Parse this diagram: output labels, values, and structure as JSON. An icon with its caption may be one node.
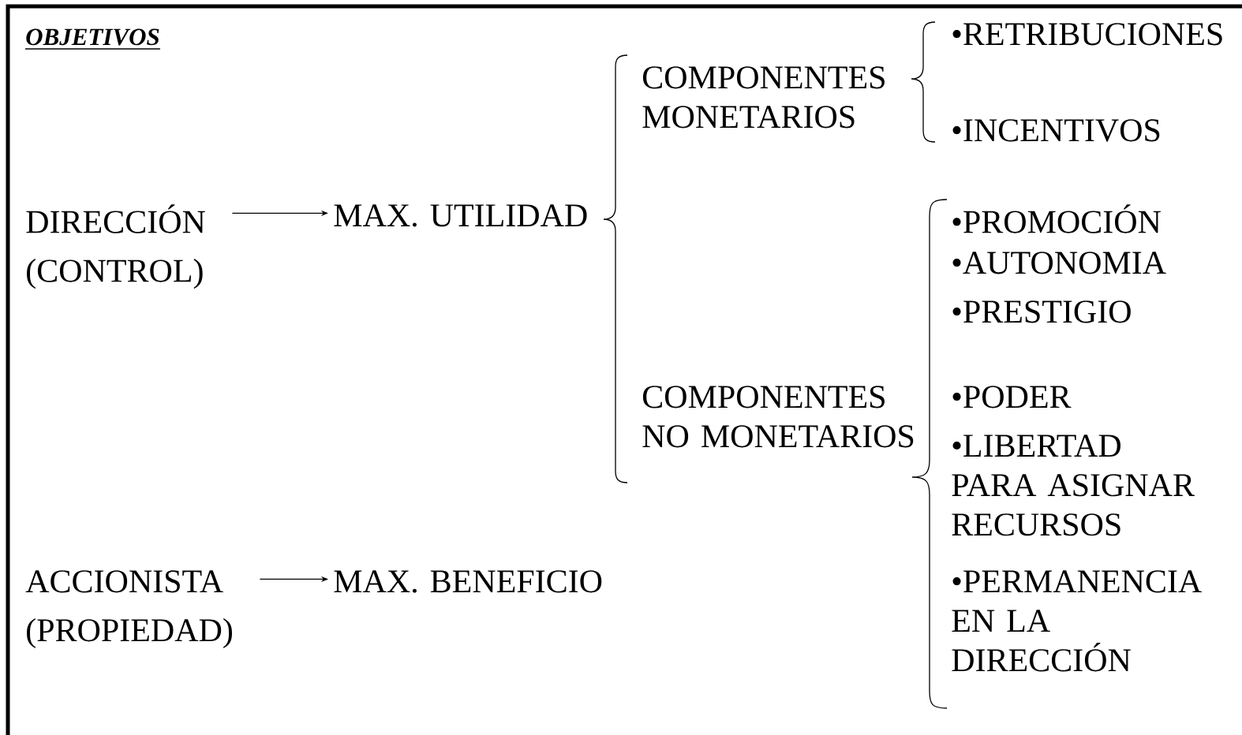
{
  "diagram": {
    "title": "OBJETIVOS",
    "nodes": [
      {
        "text": [
          "DIRECCIÓN (CONTROL)"
        ]
      },
      {
        "text": [
          "MAX. UTILIDAD"
        ]
      },
      {
        "text": [
          "ACCIONISTA (PROPIEDAD)"
        ]
      },
      {
        "text": [
          "MAX. BENEFICIO"
        ]
      }
    ],
    "edges": [
      {
        "from": 0,
        "to": 1,
        "arrow": "to"
      },
      {
        "from": 2,
        "to": 3,
        "arrow": "to"
      }
    ],
    "labels": [
      "•RETRIBUCIONES",
      "COMPONENTES MONETARIOS",
      "•INCENTIVOS",
      "•PROMOCIÓN",
      "•AUTONOMIA",
      "•PRESTIGIO",
      "COMPONENTES NO MONETARIOS",
      "•PODER",
      "•LIBERTAD PARA ASIGNAR RECURSOS",
      "•PERMANENCIA EN LA DIRECCIÓN"
    ]
  }
}
